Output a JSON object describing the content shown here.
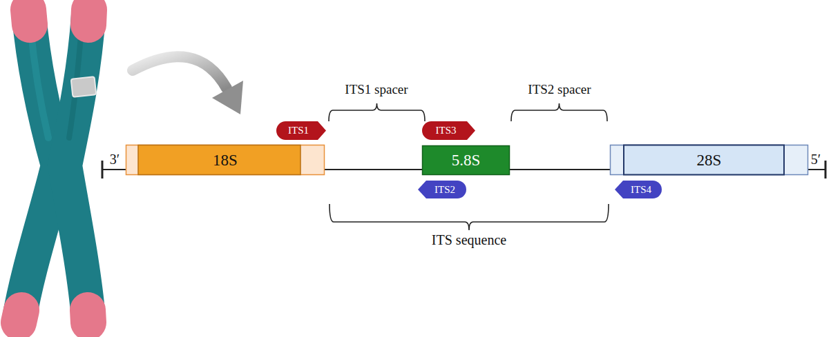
{
  "diagram": {
    "nodes": [
      {
        "text": [
          "18S"
        ]
      },
      {
        "text": [
          "ITS1"
        ]
      },
      {
        "text": [
          "ITS3"
        ]
      },
      {
        "text": [
          "5.8S"
        ]
      },
      {
        "text": [
          "ITS2"
        ]
      },
      {
        "text": [
          "28S"
        ]
      },
      {
        "text": [
          "ITS4"
        ]
      }
    ],
    "labels": [
      "ITS1 spacer",
      "ITS2 spacer",
      "3′",
      "5′",
      "ITS sequence"
    ]
  }
}
